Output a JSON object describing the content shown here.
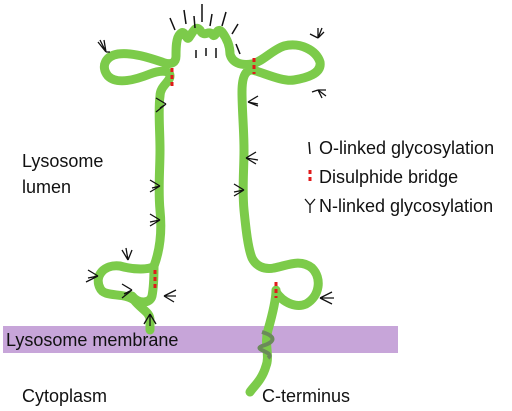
{
  "diagram": {
    "region_top_line1": "Lysosome",
    "region_top_line2": "lumen",
    "membrane_label": "Lysosome membrane",
    "region_bottom": "Cytoplasm",
    "terminus_label": "C-terminus"
  },
  "legend": [
    {
      "symbol": "o-linked-icon",
      "label": "O-linked glycosylation"
    },
    {
      "symbol": "disulphide-icon",
      "label": "Disulphide bridge"
    },
    {
      "symbol": "n-linked-icon",
      "label": "N-linked glycosylation"
    }
  ],
  "colors": {
    "chain": "#7ccb4a",
    "membrane": "#c7a5d9",
    "membrane_helix": "#6b8a5a",
    "disulphide": "#e01a1a",
    "glycan": "#111111"
  }
}
